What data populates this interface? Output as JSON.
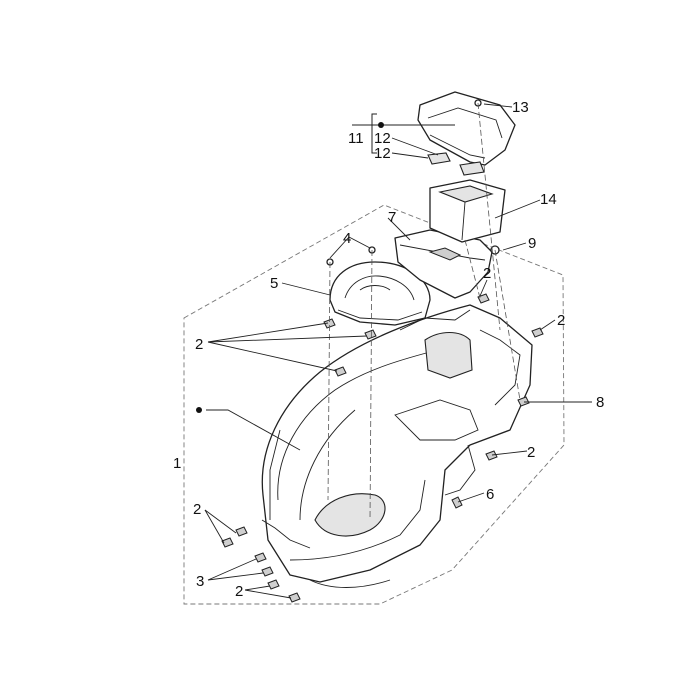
{
  "callouts": {
    "c1": "1",
    "c2": "2",
    "c3": "3",
    "c4": "4",
    "c5": "5",
    "c6": "6",
    "c7": "7",
    "c8": "8",
    "c9": "9",
    "c11": "11",
    "c12": "12",
    "c13": "13",
    "c14": "14"
  },
  "colors": {
    "line": "#222222",
    "frame": "#777777",
    "background": "#ffffff"
  }
}
